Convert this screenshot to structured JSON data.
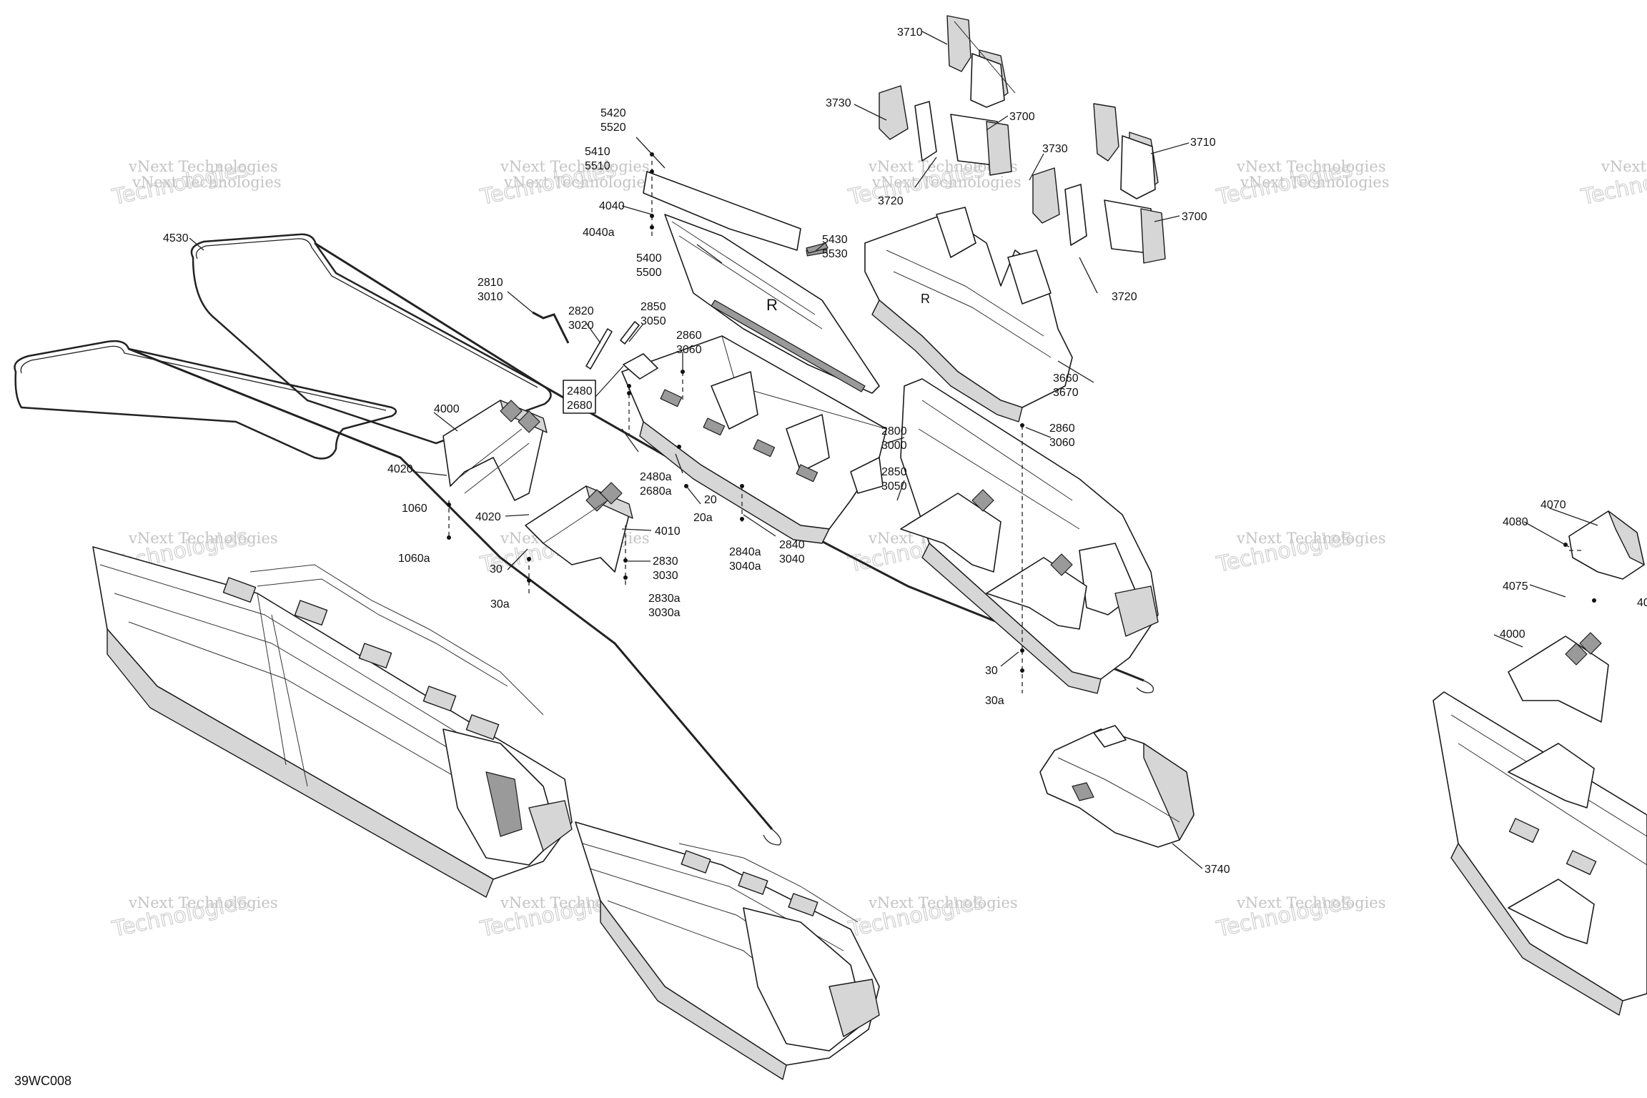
{
  "diagram_code": "39WC008",
  "watermark": {
    "line1": "vNext Technologies",
    "line2": "Technologies"
  },
  "labels": [
    "3710",
    "3730",
    "3700",
    "5420",
    "5520",
    "5410",
    "5510",
    "3730",
    "3710",
    "3720",
    "4040",
    "4040a",
    "3700",
    "5430",
    "5530",
    "4530",
    "5400",
    "5500",
    "3720",
    "2810",
    "3010",
    "2820",
    "3020",
    "2850",
    "3050",
    "2860",
    "3060",
    "2480",
    "2680",
    "3660",
    "3670",
    "4000",
    "2860",
    "3060",
    "2800",
    "3000",
    "4020",
    "2850",
    "3050",
    "2480a",
    "2680a",
    "20",
    "20a",
    "1060",
    "4020",
    "4010",
    "1060a",
    "2830",
    "3030",
    "30",
    "2840a",
    "3040a",
    "2840",
    "3040",
    "2830a",
    "3030a",
    "30a",
    "30",
    "30a",
    "4070",
    "4080",
    "4075",
    "40",
    "4000",
    "3740"
  ]
}
